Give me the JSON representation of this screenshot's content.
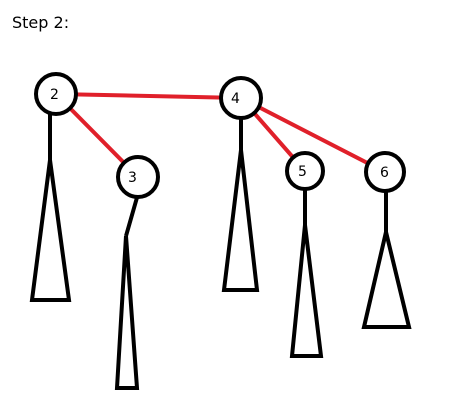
{
  "title": "Step 2:",
  "colors": {
    "link": "#e0202a",
    "outline": "#000000"
  },
  "nodes": [
    {
      "id": "n2",
      "label": "2"
    },
    {
      "id": "n3",
      "label": "3"
    },
    {
      "id": "n4",
      "label": "4"
    },
    {
      "id": "n5",
      "label": "5"
    },
    {
      "id": "n6",
      "label": "6"
    }
  ],
  "links": [
    {
      "from": "n2",
      "to": "n4"
    },
    {
      "from": "n2",
      "to": "n3"
    },
    {
      "from": "n4",
      "to": "n5"
    },
    {
      "from": "n4",
      "to": "n6"
    }
  ]
}
